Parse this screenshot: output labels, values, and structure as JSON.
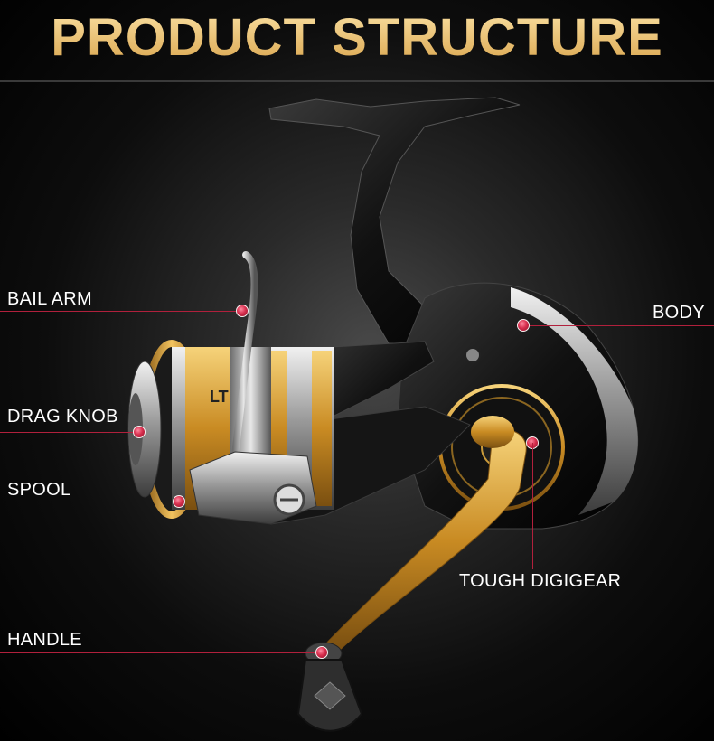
{
  "header": {
    "title": "PRODUCT STRUCTURE"
  },
  "callouts": {
    "bail_arm": "BAIL ARM",
    "body": "BODY",
    "drag_knob": "DRAG KNOB",
    "spool": "SPOOL",
    "digigear": "TOUGH DIGIGEAR",
    "handle": "HANDLE"
  },
  "colors": {
    "title_gold": "#f3c978",
    "callout_line": "#b1203c",
    "dot": "#d8304f",
    "spool_gold": "#d9a032"
  },
  "reel": {
    "spool_marking": "LT"
  }
}
